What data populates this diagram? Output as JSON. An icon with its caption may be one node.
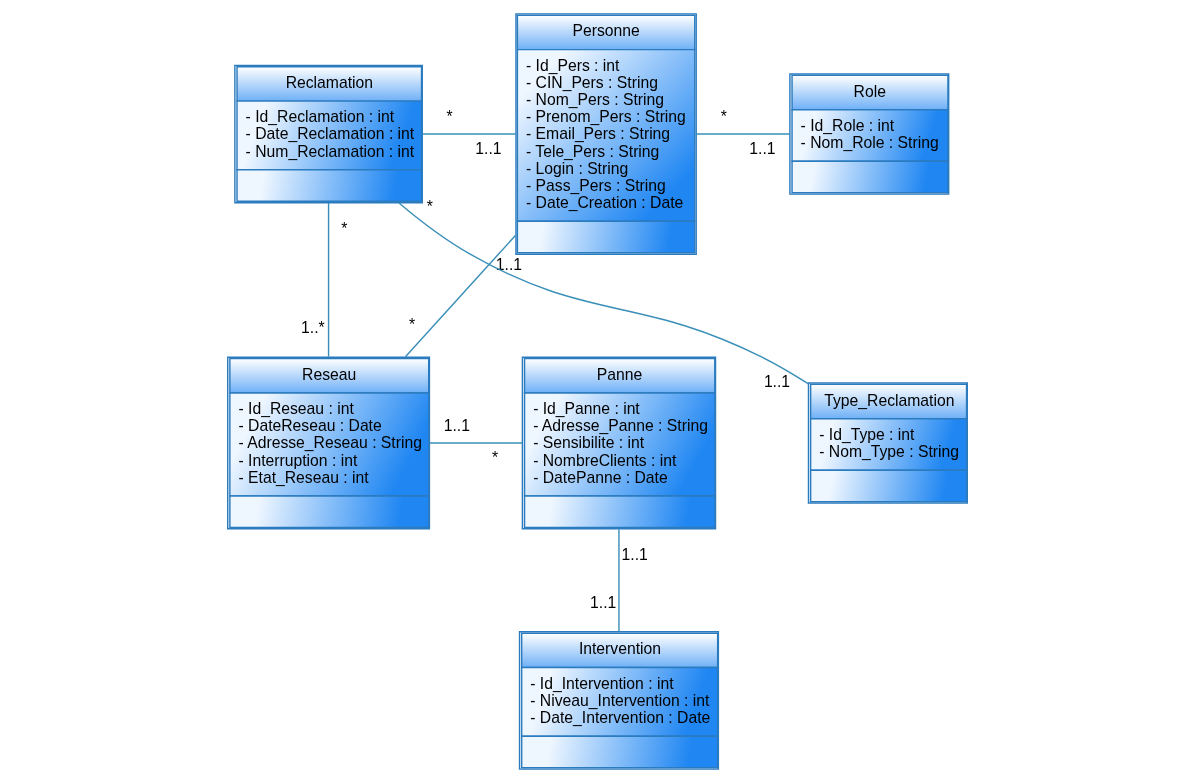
{
  "diagram": {
    "nodes": [
      {
        "text": [
          "Personne",
          "- Id_Pers : int",
          "- CIN_Pers : String",
          "- Nom_Pers : String",
          "- Prenom_Pers : String",
          "- Email_Pers : String",
          "- Tele_Pers : String",
          "- Login : String",
          "- Pass_Pers : String",
          "- Date_Creation : Date"
        ]
      },
      {
        "text": [
          "Reclamation",
          "- Id_Reclamation : int",
          "- Date_Reclamation : int",
          "- Num_Reclamation : int"
        ]
      },
      {
        "text": [
          "Role",
          "- Id_Role : int",
          "- Nom_Role : String"
        ]
      },
      {
        "text": [
          "Panne",
          "- Id_Panne : int",
          "- Adresse_Panne : String",
          "- Sensibilite : int",
          "- NombreClients : int",
          "- DatePanne : Date"
        ]
      },
      {
        "text": [
          "Type_Reclamation",
          "- Id_Type : int",
          "- Nom_Type : String"
        ]
      },
      {
        "text": [
          "Reseau",
          "- Id_Reseau : int",
          "- DateReseau : Date",
          "- Adresse_Reseau : String",
          "- Interruption : int",
          "- Etat_Reseau : int"
        ]
      },
      {
        "text": [
          "Intervention",
          "- Id_Intervention : int",
          "- Niveau_Intervention : int",
          "- Date_Intervention : Date"
        ]
      }
    ],
    "edges": [
      {
        "from": 0,
        "to": 2,
        "arrow": "none"
      },
      {
        "from": 1,
        "to": 0,
        "arrow": "none"
      },
      {
        "from": 1,
        "to": 4,
        "arrow": "none"
      },
      {
        "from": 1,
        "to": 5,
        "arrow": "none"
      },
      {
        "from": 0,
        "to": 5,
        "arrow": "none"
      },
      {
        "from": 5,
        "to": 3,
        "arrow": "none"
      },
      {
        "from": 3,
        "to": 6,
        "arrow": "none"
      }
    ],
    "labels": [
      "*",
      "1..1",
      "*",
      "1..1",
      "*",
      "1..1",
      "*",
      "1..*",
      "1..1",
      "*",
      "1..1",
      "*",
      "1..1",
      "1..1"
    ]
  }
}
